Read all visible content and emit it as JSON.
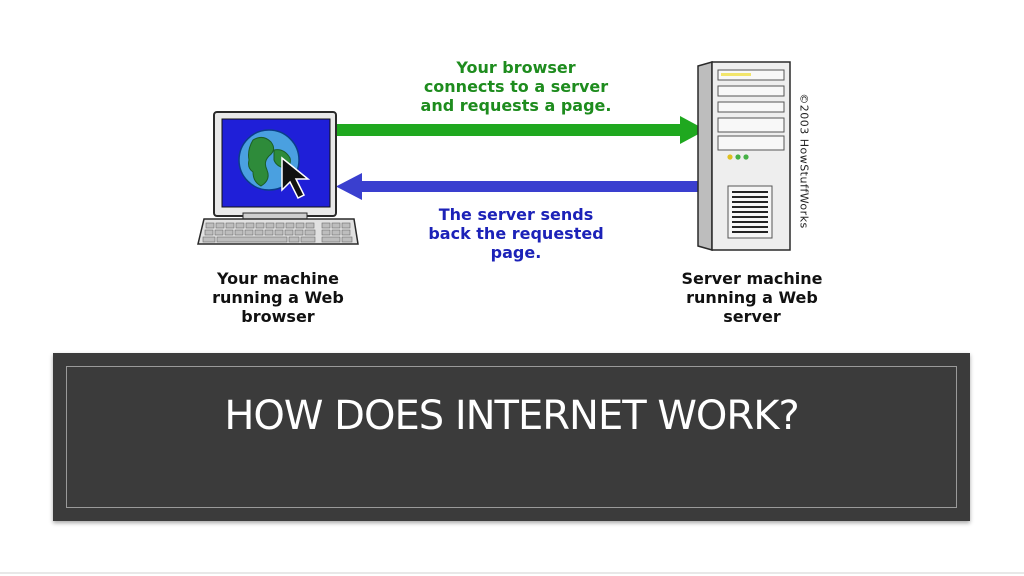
{
  "diagram": {
    "request_caption": [
      "Your browser",
      "connects to a server",
      "and requests a page."
    ],
    "response_caption": [
      "The server sends",
      "back the requested",
      "page."
    ],
    "client_label": [
      "Your machine",
      "running a Web",
      "browser"
    ],
    "server_label": [
      "Server machine",
      "running a Web",
      "server"
    ],
    "copyright": "©2003 HowStuffWorks",
    "colors": {
      "request_arrow": "#1fa81f",
      "response_arrow": "#3a3fcf",
      "request_text": "#1e8c1e",
      "response_text": "#1c22b8"
    }
  },
  "banner": {
    "title": "HOW DOES INTERNET WORK?"
  }
}
